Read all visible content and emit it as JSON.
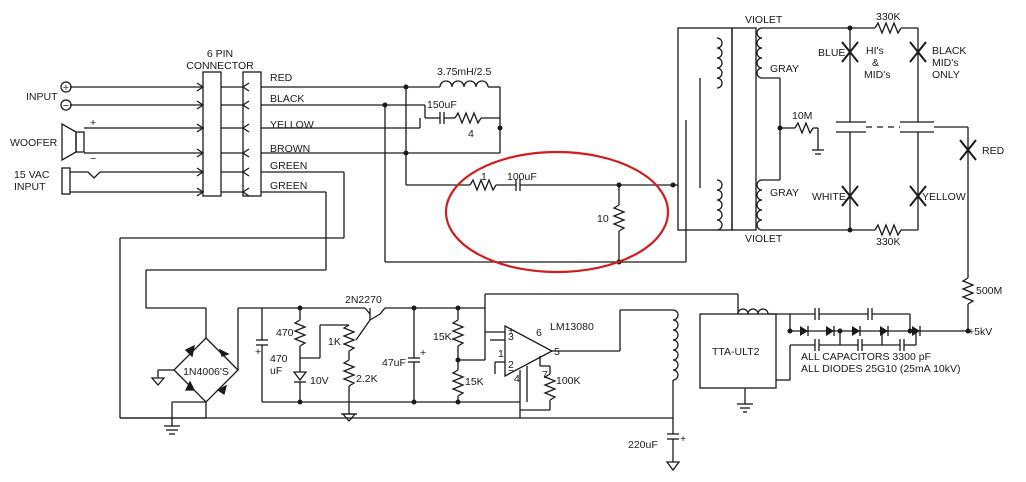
{
  "colors": {
    "ink": "#1a1a1a",
    "highlight": "#d31c1c",
    "background": "#ffffff"
  },
  "labels": {
    "connector_line1": "6 PIN",
    "connector_line2": "CONNECTOR",
    "input": "INPUT",
    "plus": "⊕",
    "minus": "⊖",
    "woofer": "WOOFER",
    "woofer_plus": "+",
    "woofer_minus": "−",
    "vac_line1": "15 VAC",
    "vac_line2": "INPUT",
    "wire_red": "RED",
    "wire_black": "BLACK",
    "wire_yellow": "YELLOW",
    "wire_brown": "BROWN",
    "wire_green1": "GREEN",
    "wire_green2": "GREEN",
    "inductor": "3.75mH/2.5",
    "cap_150": "150uF",
    "res_4": "4",
    "res_1": "1",
    "cap_100": "100uF",
    "res_10": "10",
    "violet_top": "VIOLET",
    "violet_bottom": "VIOLET",
    "gray_top": "GRAY",
    "gray_bottom": "GRAY",
    "res_10m": "10M",
    "res_330k_top": "330K",
    "res_330k_bottom": "330K",
    "blue": "BLUE",
    "his_line1": "HI's",
    "his_line2": "&",
    "his_line3": "MID's",
    "black_mid_line1": "BLACK",
    "black_mid_line2": "MID's",
    "black_mid_line3": "ONLY",
    "red_right": "RED",
    "white": "WHITE",
    "yellow_right": "YELLOW",
    "res_500m": "500M",
    "plus_5kv": "+5kV",
    "transistor": "2N2270",
    "res_470": "470",
    "pot_1k": "1K",
    "cap_470_line1": "470",
    "cap_470_line2": "uF",
    "zener_10v": "10V",
    "res_2_2k": "2.2K",
    "cap_47": "47uF",
    "res_15k_a": "15K",
    "res_15k_b": "15K",
    "opamp": "LM13080",
    "pin_6": "6",
    "pin_3": "3",
    "pin_2": "2",
    "pin_1": "1",
    "pin_4": "4",
    "pin_5": "5",
    "pin_7": "7",
    "res_100k": "100K",
    "bridge": "1N4006'S",
    "cap_220": "220uF",
    "tta": "TTA-ULT2",
    "all_caps": "ALL CAPACITORS 3300 pF",
    "all_diodes": "ALL DIODES 25G10 (25mA 10kV)"
  }
}
